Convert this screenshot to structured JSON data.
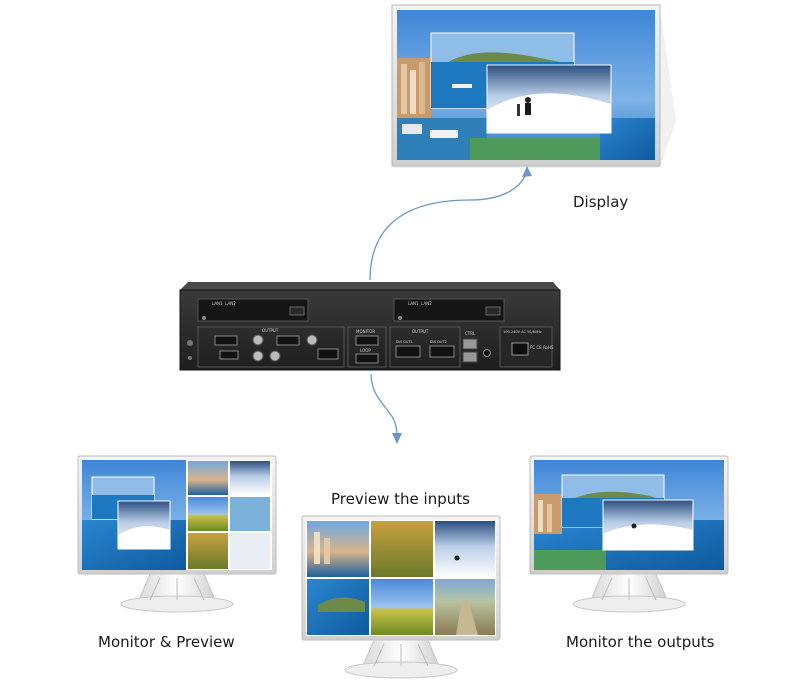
{
  "labels": {
    "display": "Display",
    "preview_inputs": "Preview the inputs",
    "monitor_preview": "Monitor & Preview",
    "monitor_outputs": "Monitor the outputs"
  },
  "device": {
    "panel_left": [
      "LAN1",
      "LAN2"
    ],
    "panel_right": [
      "LAN1",
      "LAN2"
    ],
    "output_label": "OUTPUT",
    "monitor_label": "MONITOR",
    "loop_label": "LOOP",
    "dvi_out1": "DVI OUT1",
    "dvi_out2": "DVI OUT2",
    "control_label": "CTRL",
    "power_rating": "100-240V AC 50/60Hz",
    "cert_marks": "FC CE RoHS"
  },
  "colors": {
    "arrow": "#6d97c4",
    "sky": "#4a8fd6",
    "sea": "#1f6fb5",
    "snow": "#e8eef6",
    "device_body": "#2a2a2a",
    "monitor_frame": "#e9e9e9"
  }
}
